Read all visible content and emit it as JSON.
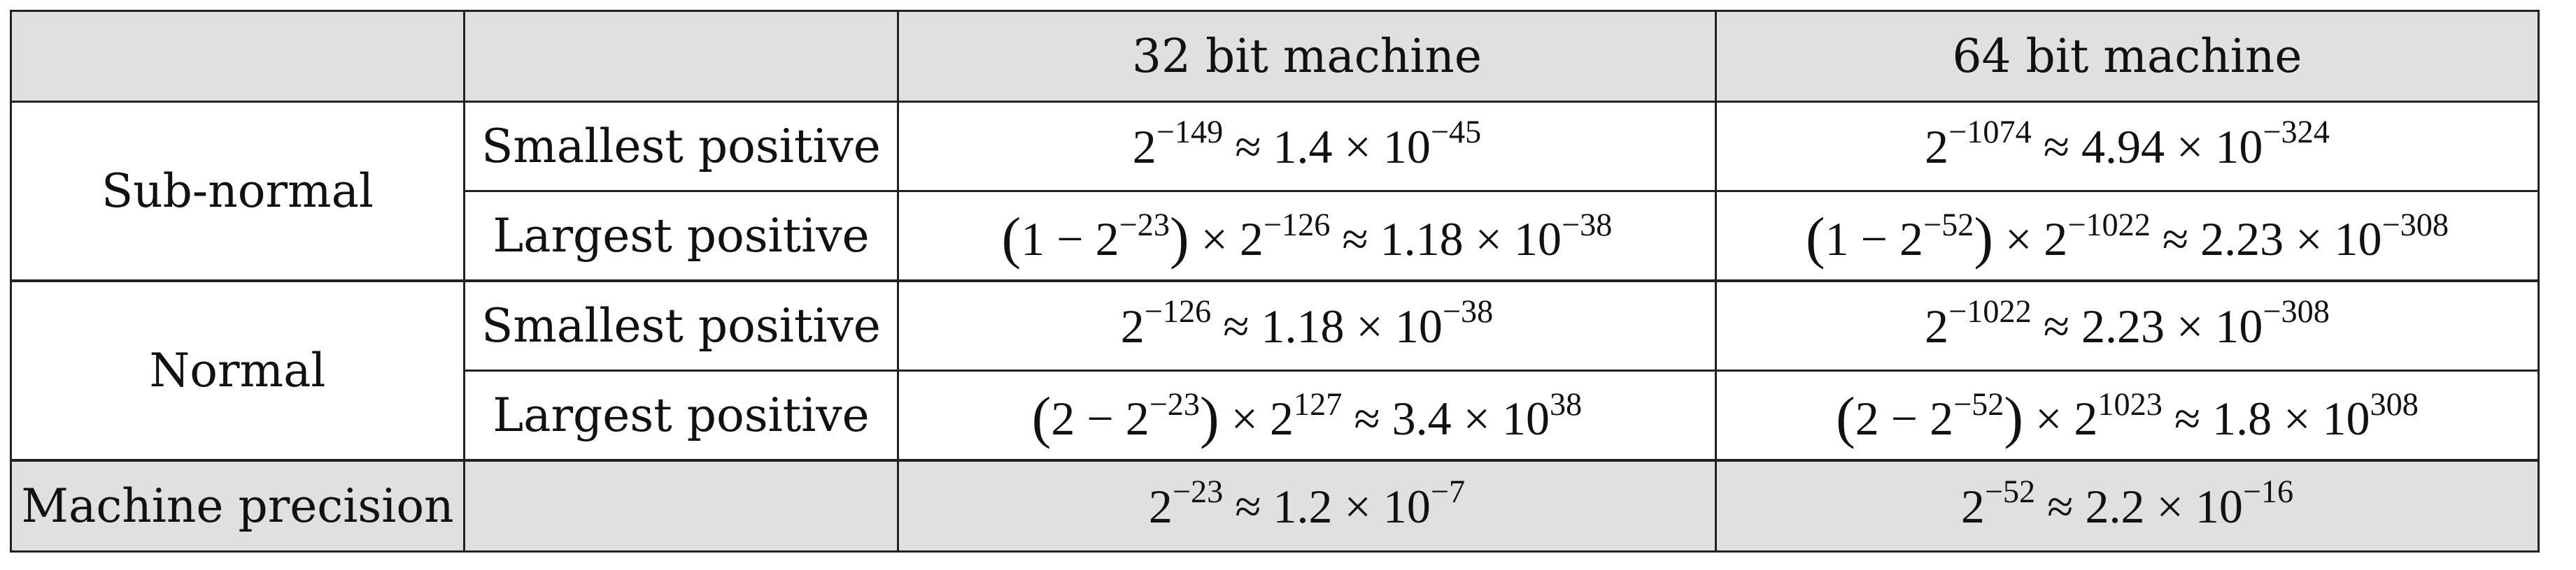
{
  "header": {
    "col1": "",
    "col2": "",
    "col3": "32 bit machine",
    "col4": "64 bit machine"
  },
  "rows": [
    {
      "group": "Sub-normal",
      "label": "Smallest positive",
      "bit32": {
        "b1": "2",
        "e1": "−149",
        "m1": " ≈ 1.4 × 10",
        "e2": "−45"
      },
      "bit64": {
        "b1": "2",
        "e1": "−1074",
        "m1": " ≈ 4.94 × 10",
        "e2": "−324"
      }
    },
    {
      "label": "Largest positive",
      "bit32": {
        "open": "(",
        "b1": "1 − 2",
        "e1": "−23",
        "close": ")",
        "b2": " × 2",
        "e2": "−126",
        "m": " ≈ 1.18 × 10",
        "e3": "−38"
      },
      "bit64": {
        "open": "(",
        "b1": "1 − 2",
        "e1": "−52",
        "close": ")",
        "b2": " × 2",
        "e2": "−1022",
        "m": " ≈ 2.23 × 10",
        "e3": "−308"
      }
    },
    {
      "group": "Normal",
      "label": "Smallest positive",
      "bit32": {
        "b1": "2",
        "e1": "−126",
        "m1": " ≈ 1.18 × 10",
        "e2": "−38"
      },
      "bit64": {
        "b1": "2",
        "e1": "−1022",
        "m1": " ≈ 2.23 × 10",
        "e2": "−308"
      }
    },
    {
      "label": "Largest positive",
      "bit32": {
        "open": "(",
        "b1": "2 − 2",
        "e1": "−23",
        "close": ")",
        "b2": " × 2",
        "e2": "127",
        "m": " ≈ 3.4 × 10",
        "e3": "38"
      },
      "bit64": {
        "open": "(",
        "b1": "2 − 2",
        "e1": "−52",
        "close": ")",
        "b2": " × 2",
        "e2": "1023",
        "m": " ≈ 1.8 × 10",
        "e3": "308"
      }
    }
  ],
  "machine_precision": {
    "label": "Machine precision",
    "blank": "",
    "bit32": {
      "b1": "2",
      "e1": "−23",
      "m1": " ≈ 1.2 × 10",
      "e2": "−7"
    },
    "bit64": {
      "b1": "2",
      "e1": "−52",
      "m1": " ≈ 2.2 × 10",
      "e2": "−16"
    }
  }
}
